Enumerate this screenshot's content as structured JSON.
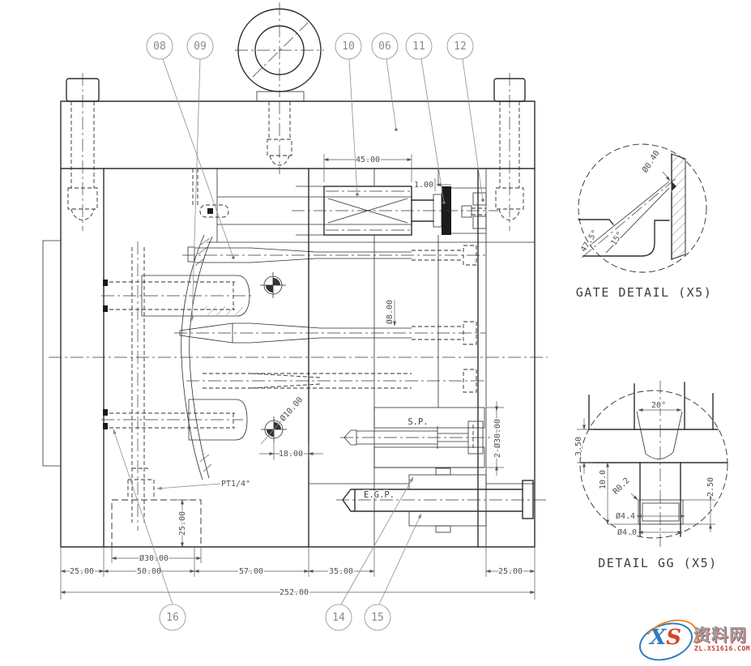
{
  "main_view": {
    "balloons": {
      "b08": "08",
      "b09": "09",
      "b10": "10",
      "b06": "06",
      "b11": "11",
      "b12": "12",
      "b16": "16",
      "b14": "14",
      "b15": "15"
    },
    "dims": {
      "bushing_len": "45.00",
      "gap": "1.00",
      "pin_dia": "Ø8.00",
      "core_dia": "Ø10.00",
      "core_offset": "18.00",
      "support_pillar": "S.P.",
      "support_dia": "2-Ø30.00",
      "ejector_guide_pin": "E.G.P.",
      "pipe_thread": "PT1/4\"",
      "boss_depth": "25.00",
      "boss_dia": "Ø30.00",
      "w1": "25.00",
      "w2": "50.00",
      "w3": "57.00",
      "w4": "35.00",
      "w5": "25.00",
      "total": "252.00"
    }
  },
  "gate_detail": {
    "title": "GATE DETAIL (X5)",
    "gate_dia": "Ø0.40",
    "angle_outer": "47.5°",
    "angle_inner": "15°"
  },
  "gg_detail": {
    "title": "DETAIL GG (X5)",
    "angle": "20°",
    "depth": "3.50",
    "length": "10.0",
    "radius": "R0.2",
    "step": "2.50",
    "dia_large": "Ø4.4",
    "dia_small": "Ø4.0"
  },
  "watermark": {
    "logo": "XS",
    "site_name": "资料网",
    "site_url": "ZL.XS1616.COM"
  }
}
